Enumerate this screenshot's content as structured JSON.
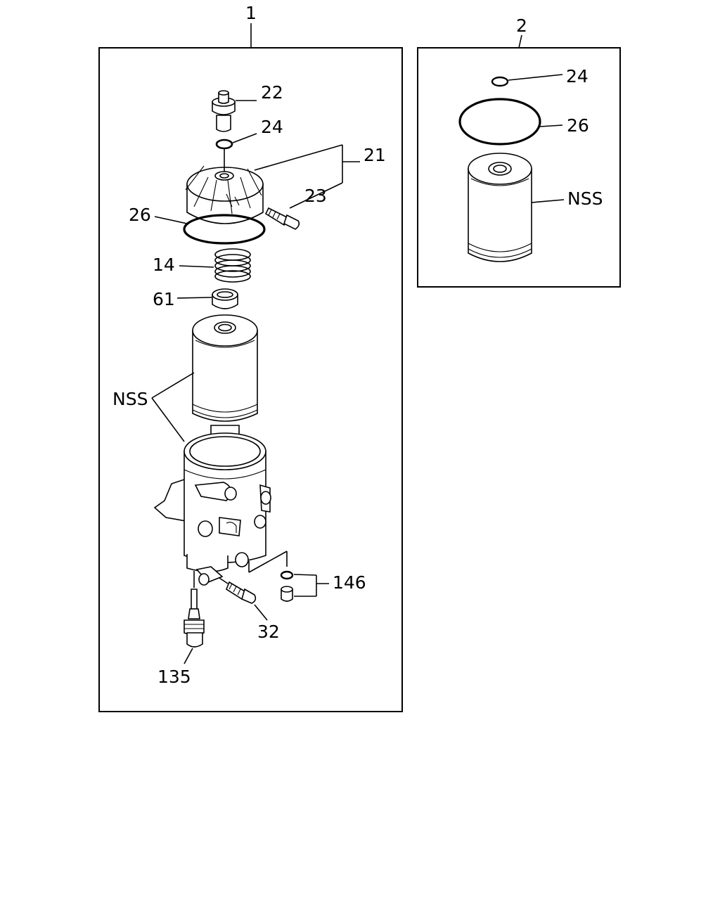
{
  "assemblies": [
    {
      "number": "1",
      "callouts": {
        "bolt": "22",
        "bolt_washer": "24",
        "cover": "21",
        "cover_screw": "23",
        "cover_oring": "26",
        "spring": "14",
        "seat": "61",
        "element_nss": "NSS",
        "drain_plug_set": "146",
        "body_bolt": "32",
        "sensor": "135"
      }
    },
    {
      "number": "2",
      "callouts": {
        "washer": "24",
        "oring": "26",
        "element_nss": "NSS"
      }
    }
  ]
}
